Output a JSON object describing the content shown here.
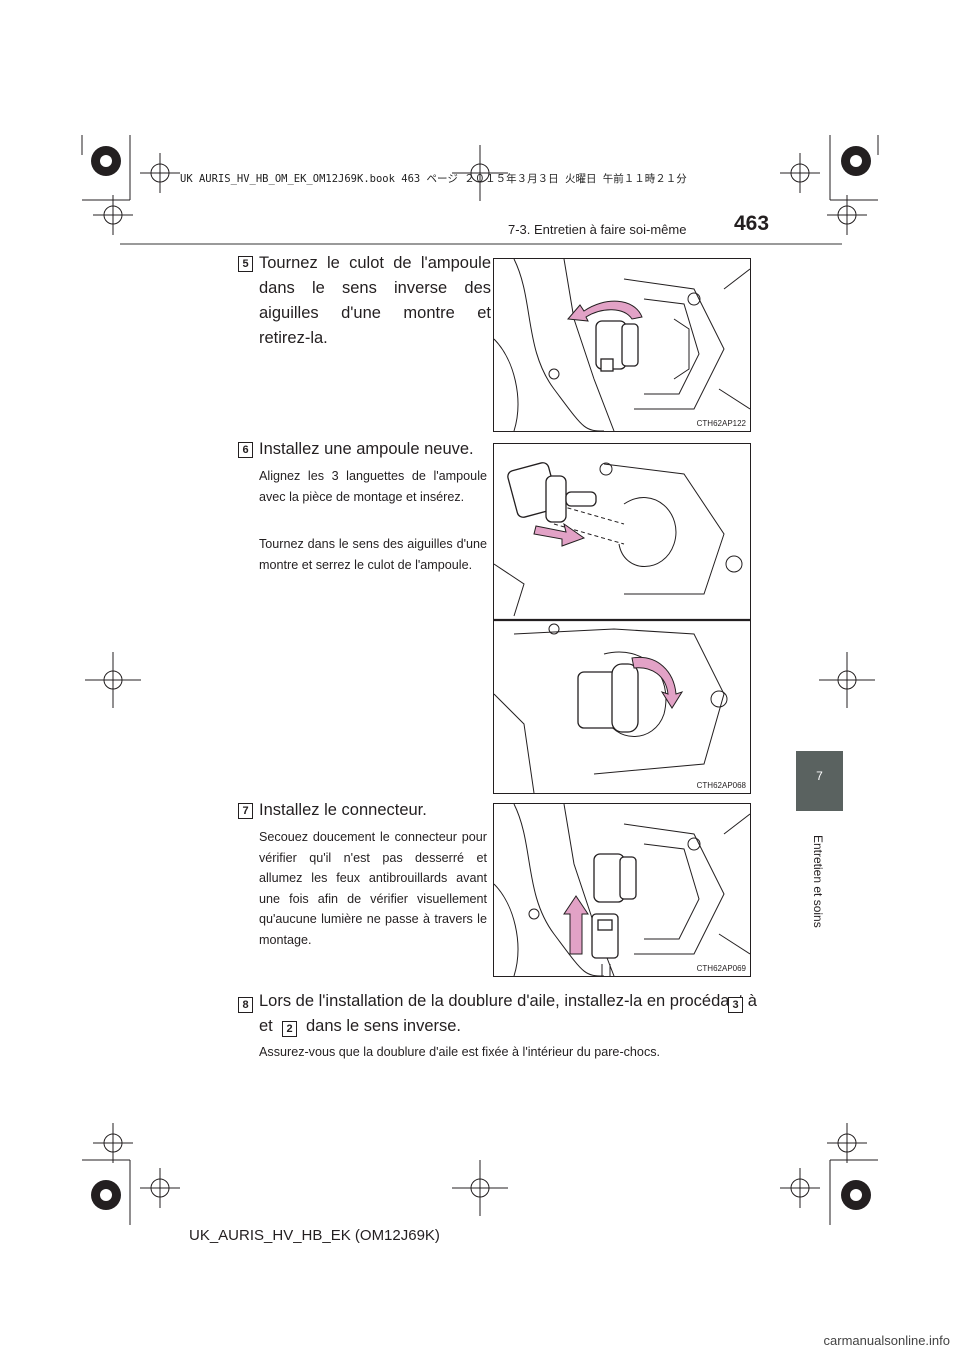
{
  "print_header": "UK AURIS_HV_HB_OM_EK_OM12J69K.book 463 ページ ２０１５年３月３日 火曜日 午前１１時２１分",
  "section_title": "7-3. Entretien à faire soi-même",
  "page_number": "463",
  "chapter_tab": {
    "number": "7",
    "label": "Entretien et soins"
  },
  "steps": [
    {
      "num": "5",
      "text": "Tournez le culot de l'ampoule dans le sens inverse des aiguilles d'une montre et retirez-la.",
      "figure_code": "CTH62AP122"
    },
    {
      "num": "6",
      "text": "Installez une ampoule neuve.",
      "notes": [
        "Alignez les 3 languettes de l'ampoule avec la pièce de montage et insérez.",
        "Tournez dans le sens des aiguilles d'une montre et serrez le culot de l'ampoule."
      ],
      "figure_code": "CTH62AP068"
    },
    {
      "num": "7",
      "text": "Installez le connecteur.",
      "notes": [
        "Secouez doucement le connecteur pour vérifier qu'il n'est pas desserré et allumez les feux antibrouillards avant une fois afin de vérifier visuellement qu'aucune lumière ne passe à travers le montage."
      ],
      "figure_code": "CTH62AP069"
    },
    {
      "num": "8",
      "text_a": "Lors de l'installation de la doublure d'aile, installez-la en procédant à",
      "ref_a": "3",
      "text_b": "et",
      "ref_b": "2",
      "text_c": "dans le sens inverse.",
      "note": "Assurez-vous que la doublure d'aile est fixée à l'intérieur du pare-chocs."
    }
  ],
  "footer": "UK_AURIS_HV_HB_EK (OM12J69K)",
  "watermark": "carmanualsonline.info",
  "colors": {
    "tab": "#5a6260",
    "arrow": "#e2a2c6",
    "text": "#231f20"
  }
}
